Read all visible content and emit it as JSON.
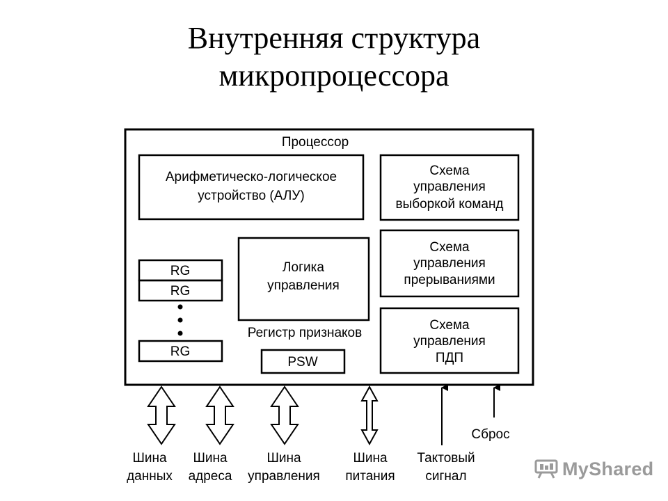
{
  "title": {
    "line1": "Внутренняя структура",
    "line2": "микропроцессора"
  },
  "diagram": {
    "processor_label": "Процессор",
    "alu": {
      "line1": "Арифметическо-логическое",
      "line2": "устройство (АЛУ)"
    },
    "fetch_control": {
      "line1": "Схема",
      "line2": "управления",
      "line3": "выборкой команд"
    },
    "interrupt_control": {
      "line1": "Схема",
      "line2": "управления",
      "line3": "прерываниями"
    },
    "dma_control": {
      "line1": "Схема",
      "line2": "управления",
      "line3": "ПДП"
    },
    "control_logic": {
      "line1": "Логика",
      "line2": "управления"
    },
    "registers": [
      "RG",
      "RG",
      "RG"
    ],
    "flags_register_label": "Регистр признаков",
    "psw_label": "PSW",
    "buses": [
      {
        "line1": "Шина",
        "line2": "данных"
      },
      {
        "line1": "Шина",
        "line2": "адреса"
      },
      {
        "line1": "Шина",
        "line2": "управления"
      },
      {
        "line1": "Шина",
        "line2": "питания"
      }
    ],
    "clock": {
      "line1": "Тактовый",
      "line2": "сигнал"
    },
    "reset_label": "Сброс"
  },
  "watermark": {
    "text": "MyShared",
    "icon": "presentation-board-icon"
  }
}
